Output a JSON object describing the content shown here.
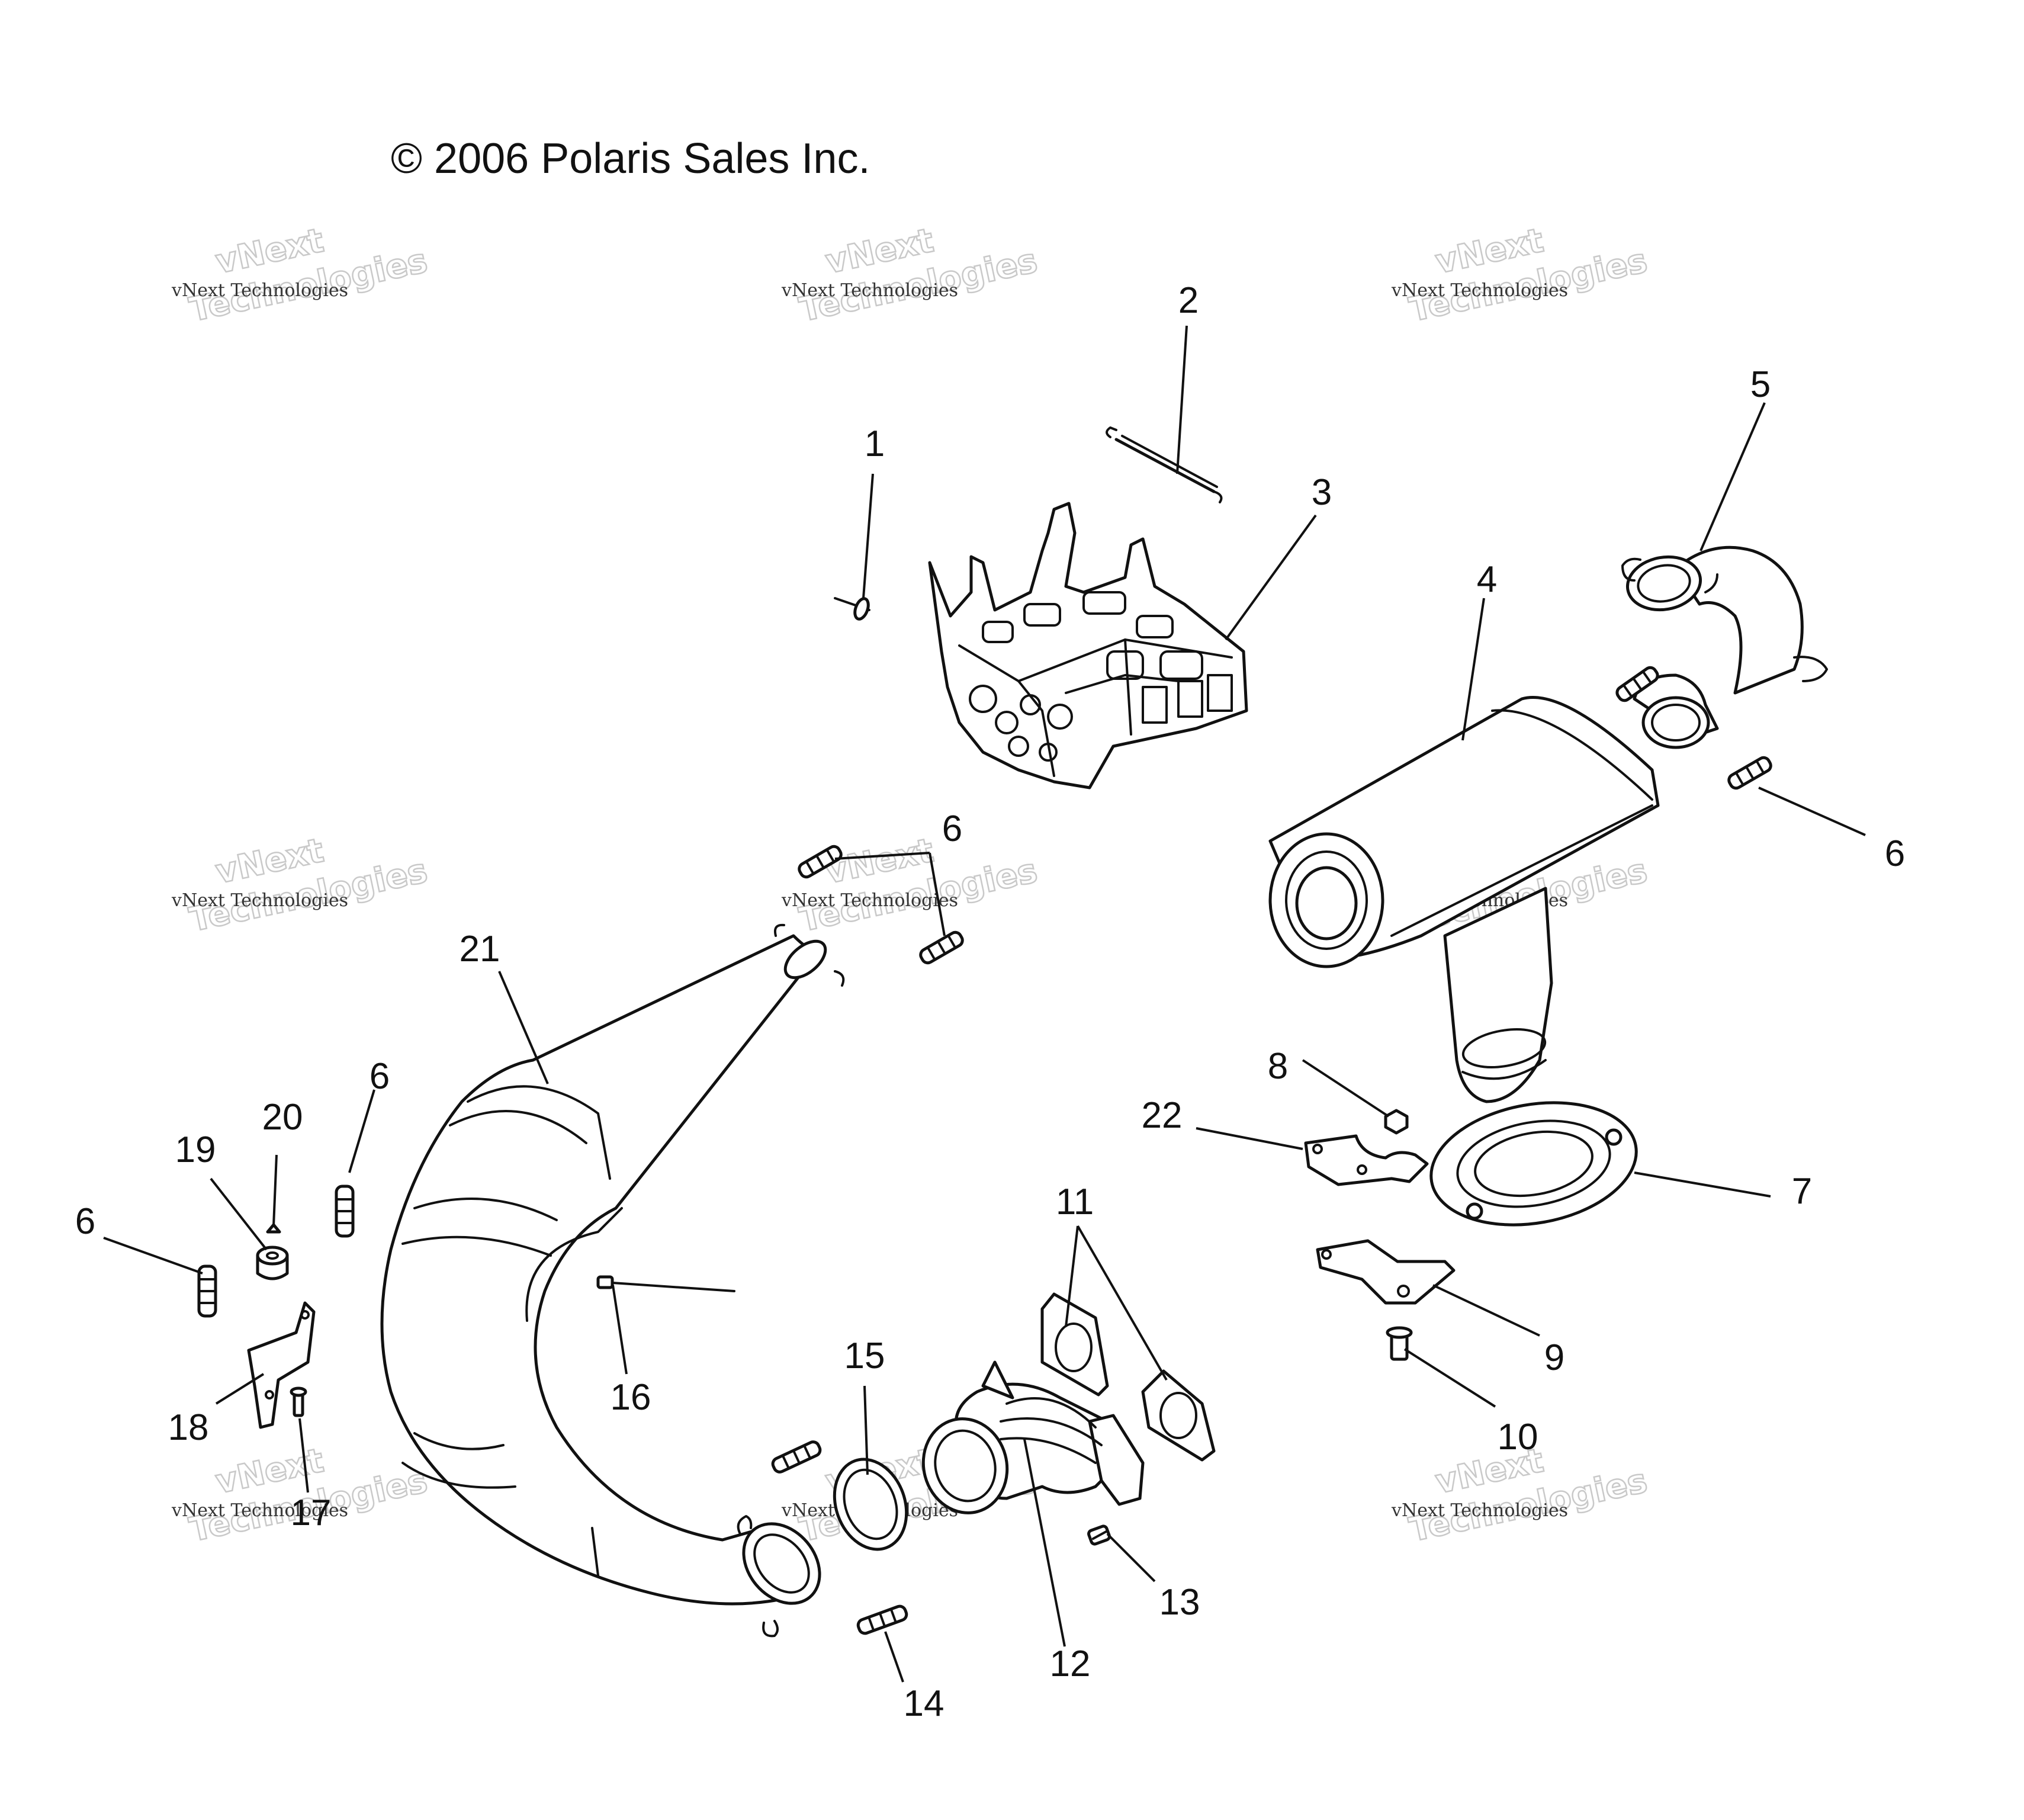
{
  "copyright": "© 2006 Polaris Sales Inc.",
  "watermark": {
    "line1": "vNext",
    "line2": "Technologies",
    "small": "vNext Technologies"
  },
  "callouts": {
    "c1": "1",
    "c2": "2",
    "c3": "3",
    "c4": "4",
    "c5": "5",
    "c6a": "6",
    "c6b": "6",
    "c6c": "6",
    "c6d": "6",
    "c7": "7",
    "c8": "8",
    "c9": "9",
    "c10": "10",
    "c11": "11",
    "c12": "12",
    "c13": "13",
    "c14": "14",
    "c15": "15",
    "c16": "16",
    "c17": "17",
    "c18": "18",
    "c19": "19",
    "c20": "20",
    "c21": "21",
    "c22": "22"
  }
}
